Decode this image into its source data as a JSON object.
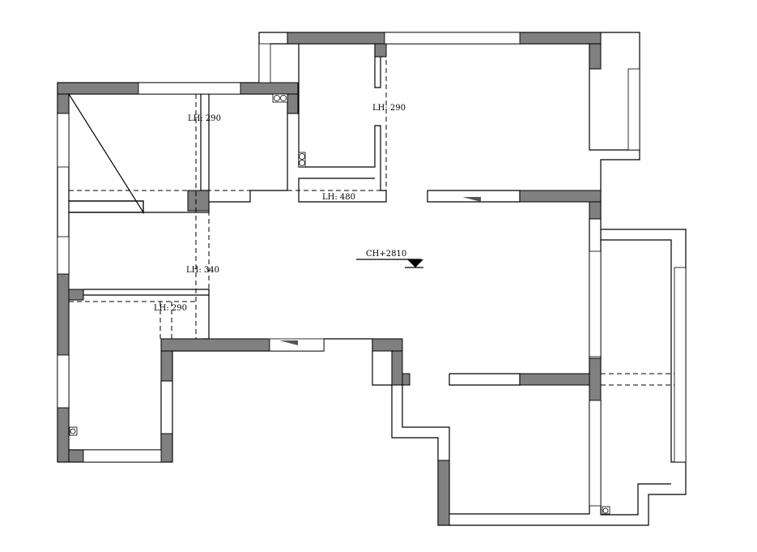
{
  "labels": {
    "lh_master": "LH: 290",
    "lh_top": "LH: 290",
    "lh_480": "LH: 480",
    "lh_340": "LH: 340",
    "lh_lower": "LH: 290",
    "ceiling": "CH+2810"
  },
  "colors": {
    "wall_fill": "#808080",
    "line": "#000000",
    "background": "#ffffff"
  }
}
